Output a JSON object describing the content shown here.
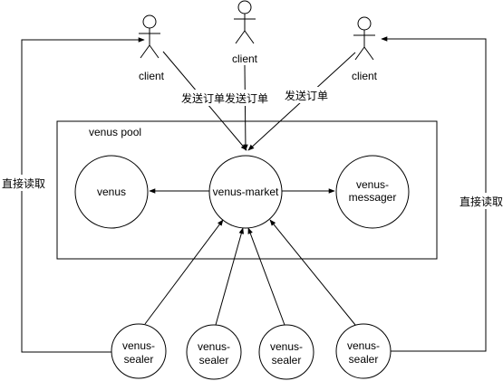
{
  "colors": {
    "stroke": "#000000",
    "background": "#ffffff"
  },
  "actors": [
    {
      "name": "client",
      "label": "client",
      "icon": "person-icon"
    },
    {
      "name": "client",
      "label": "client",
      "icon": "person-icon"
    },
    {
      "name": "client",
      "label": "client",
      "icon": "person-icon"
    }
  ],
  "pool": {
    "label": "venus pool"
  },
  "nodes": {
    "venus": "venus",
    "market": "venus-market",
    "messager_line1": "venus-",
    "messager_line2": "messager"
  },
  "sealers": [
    {
      "line1": "venus-",
      "line2": "sealer"
    },
    {
      "line1": "venus-",
      "line2": "sealer"
    },
    {
      "line1": "venus-",
      "line2": "sealer"
    },
    {
      "line1": "venus-",
      "line2": "sealer"
    }
  ],
  "edge_labels": {
    "send_order_left": "发送订单发送订单",
    "send_order_right": "发送订单",
    "direct_read_left": "直接读取",
    "direct_read_right": "直接读取"
  }
}
